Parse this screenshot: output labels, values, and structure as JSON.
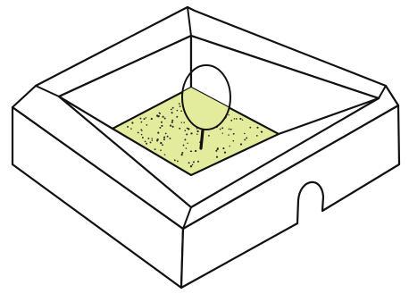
{
  "diagram": {
    "colors": {
      "stroke": "#111111",
      "wall_fill": "#ffffff",
      "courtyard_fill": "#e3ec9c",
      "tree_canopy_fill": "#e3ec9c",
      "dot": "#2a2a2a",
      "background": "#ffffff"
    },
    "elements": {
      "building": "courtyard-building-outline",
      "courtyard": "planted-courtyard",
      "tree": "courtyard-tree",
      "entrance": "arched-entrance-opening"
    }
  }
}
